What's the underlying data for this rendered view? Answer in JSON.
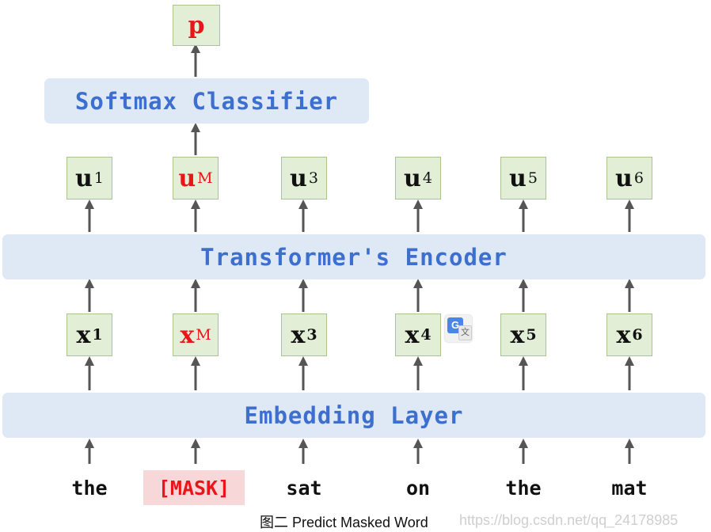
{
  "output": {
    "label": "p"
  },
  "classifier": {
    "label": "Softmax Classifier"
  },
  "encoder": {
    "label": "Transformer's Encoder"
  },
  "embedding": {
    "label": "Embedding Layer"
  },
  "outputs": [
    {
      "base": "u",
      "sub": "1"
    },
    {
      "base": "u",
      "sub": "M"
    },
    {
      "base": "u",
      "sub": "3"
    },
    {
      "base": "u",
      "sub": "4"
    },
    {
      "base": "u",
      "sub": "5"
    },
    {
      "base": "u",
      "sub": "6"
    }
  ],
  "inputs": [
    {
      "base": "x",
      "sub": "1"
    },
    {
      "base": "x",
      "sub": "M"
    },
    {
      "base": "x",
      "sub": "3"
    },
    {
      "base": "x",
      "sub": "4"
    },
    {
      "base": "x",
      "sub": "5"
    },
    {
      "base": "x",
      "sub": "6"
    }
  ],
  "words": [
    "the",
    "[MASK]",
    "sat",
    "on",
    "the",
    "mat"
  ],
  "caption": "图二 Predict Masked Word",
  "watermark": "https://blog.csdn.net/qq_24178985",
  "translate_badge": {
    "icon": "google-translate-icon",
    "g_glyph": "G",
    "t_glyph": "文"
  },
  "colors": {
    "layer_fill": "#dfe8f5",
    "layer_text": "#3d6fcf",
    "node_fill": "#e2efd6",
    "node_border": "#a9c48f",
    "highlight": "#e8161b",
    "mask_fill": "#f7d7d8",
    "arrow": "#555555"
  }
}
